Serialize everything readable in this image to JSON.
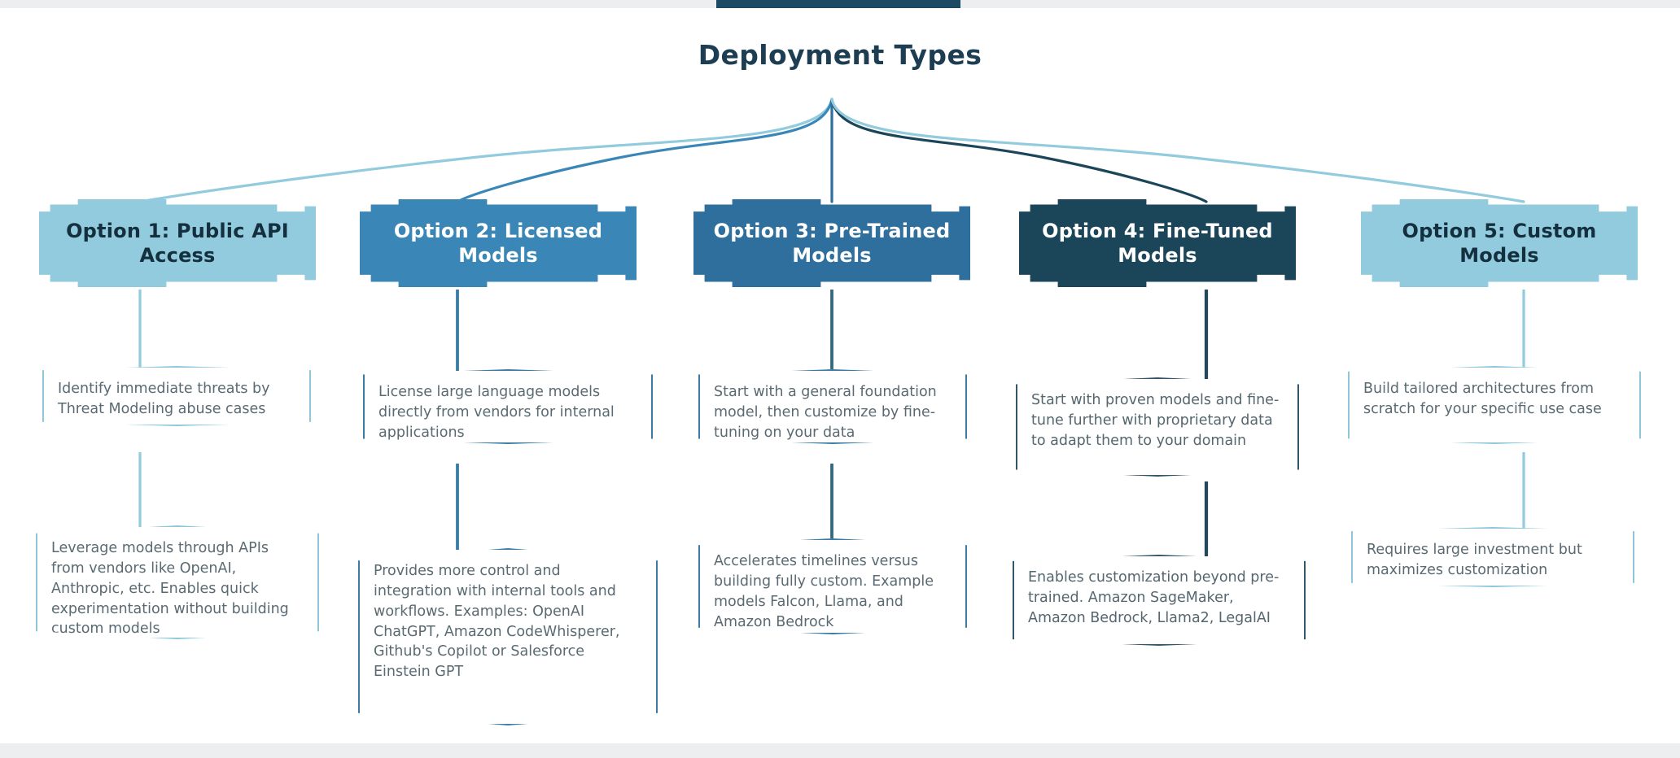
{
  "title": "Deployment Types",
  "colors": {
    "light_blue": "#92cbdd",
    "medium_blue": "#3a87b7",
    "medium_blue_dark": "#2e6f9e",
    "navy": "#1b4559",
    "note_border_light": "#8ec6da",
    "note_border_medium": "#3a7ca5",
    "note_border_dark": "#33566b",
    "title_color": "#1d3d52",
    "body_text": "#5a6a72"
  },
  "columns": [
    {
      "header": "Option 1:  Public API Access",
      "header_bg": "#92cbdd",
      "header_fg": "#14303f",
      "notes": [
        "Identify immediate threats by Threat Modeling abuse cases",
        "Leverage models through APIs from vendors like OpenAI, Anthropic, etc. Enables quick experimentation without building custom models"
      ]
    },
    {
      "header": "Option 2:  Licensed Models",
      "header_bg": "#3a87b7",
      "header_fg": "#ffffff",
      "notes": [
        "License large language models directly from vendors for internal applications",
        "Provides more control and integration with internal tools and workflows. Examples: OpenAI ChatGPT, Amazon CodeWhisperer, Github's Copilot or Salesforce Einstein GPT"
      ]
    },
    {
      "header": "Option 3:  Pre-Trained Models",
      "header_bg": "#2e6f9e",
      "header_fg": "#ffffff",
      "notes": [
        "Start with a general foundation model, then customize by fine-tuning on your data",
        "Accelerates timelines versus building fully custom. Example models  Falcon, Llama, and Amazon Bedrock"
      ]
    },
    {
      "header": "Option 4:  Fine-Tuned Models",
      "header_bg": "#1b4559",
      "header_fg": "#ffffff",
      "notes": [
        "Start with proven models and fine-tune further with proprietary data to adapt them to your domain",
        "Enables customization beyond pre-trained. Amazon SageMaker, Amazon Bedrock, Llama2, LegalAI"
      ]
    },
    {
      "header": "Option 5: Custom Models",
      "header_bg": "#92cbdd",
      "header_fg": "#14303f",
      "notes": [
        "Build tailored architectures from scratch for your specific use case",
        "Requires large investment but maximizes customization"
      ]
    }
  ]
}
